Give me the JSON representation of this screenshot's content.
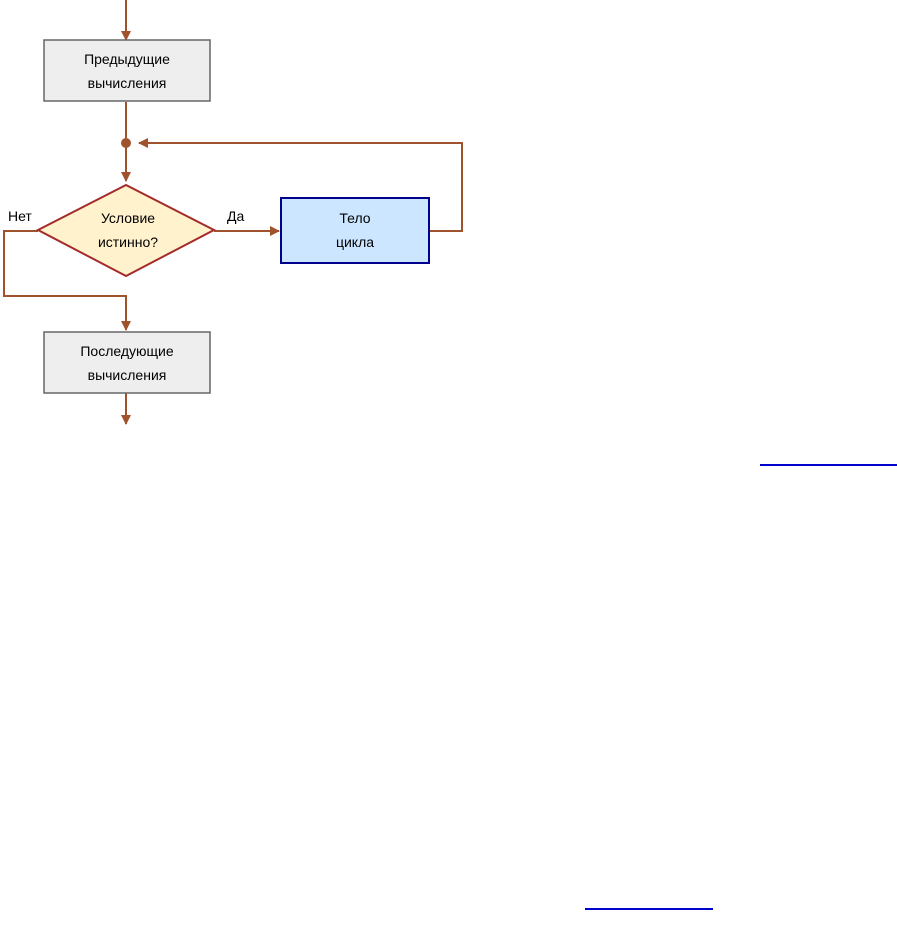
{
  "diagram": {
    "colors": {
      "arrow": "#a0522d",
      "process_fill": "#eeeeee",
      "process_stroke": "#666666",
      "decision_fill": "#fff2cc",
      "decision_stroke": "#a52a2a",
      "body_fill": "#cce6ff",
      "body_stroke": "#00008b",
      "link": "#0000cc"
    },
    "nodes": {
      "prev": {
        "line1": "Предыдущие",
        "line2": "вычисления"
      },
      "condition": {
        "line1": "Условие",
        "line2": "истинно?"
      },
      "body": {
        "line1": "Тело",
        "line2": "цикла"
      },
      "next": {
        "line1": "Последующие",
        "line2": "вычисления"
      }
    },
    "labels": {
      "no": "Нет",
      "yes": "Да"
    }
  }
}
